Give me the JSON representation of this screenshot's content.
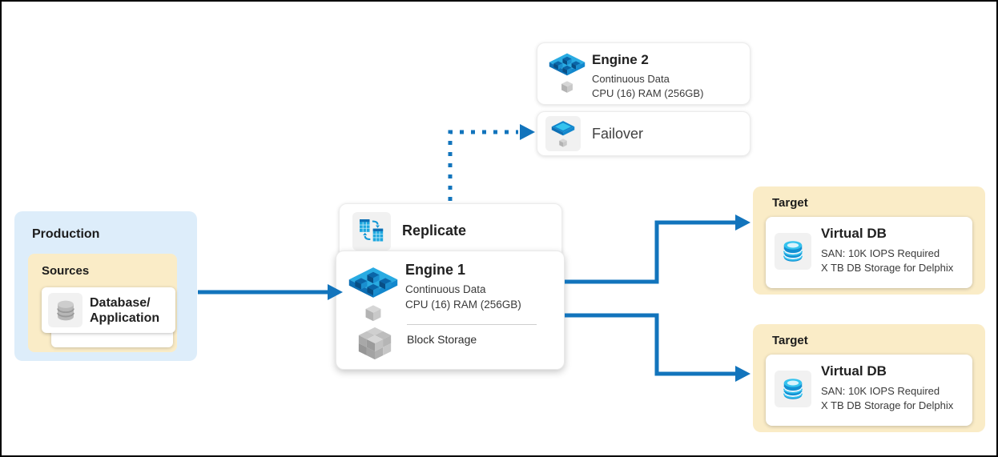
{
  "colors": {
    "arrow_blue": "#1274bc",
    "production_bg": "#ddedfa",
    "sources_bg": "#faecc7",
    "target_bg": "#faecc7",
    "card_bg": "#ffffff",
    "icon_bg": "#f1f1f1"
  },
  "production": {
    "title": "Production",
    "sources": {
      "title": "Sources",
      "card": {
        "line1": "Database/",
        "line2": "Application",
        "icon": "database-icon"
      }
    }
  },
  "replicate": {
    "label": "Replicate",
    "icon": "replicate-icon"
  },
  "engine1": {
    "title": "Engine 1",
    "subtitle1": "Continuous Data",
    "subtitle2": "CPU (16) RAM (256GB)",
    "storage_label": "Block Storage",
    "icon": "engine-icon",
    "storage_icon": "block-storage-icon"
  },
  "engine2": {
    "title": "Engine 2",
    "subtitle1": "Continuous Data",
    "subtitle2": "CPU (16) RAM (256GB)",
    "icon": "engine-icon"
  },
  "failover": {
    "label": "Failover",
    "icon": "failover-icon"
  },
  "targets": [
    {
      "title": "Target",
      "card": {
        "title": "Virtual DB",
        "line1": "SAN: 10K IOPS Required",
        "line2": "X TB DB Storage for Delphix",
        "icon": "virtual-db-icon"
      }
    },
    {
      "title": "Target",
      "card": {
        "title": "Virtual DB",
        "line1": "SAN: 10K IOPS Required",
        "line2": "X TB DB Storage for Delphix",
        "icon": "virtual-db-icon"
      }
    }
  ]
}
